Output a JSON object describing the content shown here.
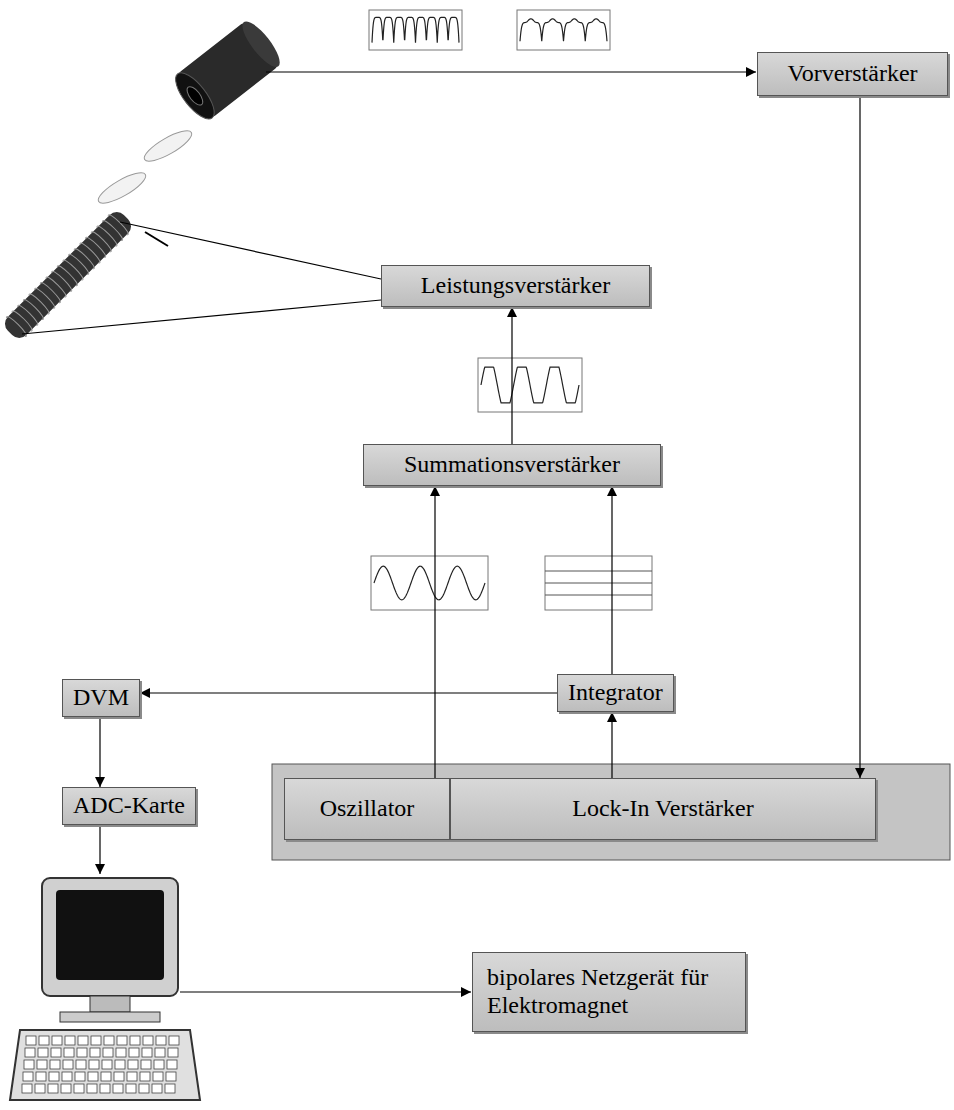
{
  "diagram": {
    "nodes": [
      {
        "text": [
          "Vorverstärker"
        ]
      },
      {
        "text": [
          "Leistungsverstärker"
        ]
      },
      {
        "text": [
          "Summationsverstärker"
        ]
      },
      {
        "text": [
          "DVM"
        ]
      },
      {
        "text": [
          "Integrator"
        ]
      },
      {
        "text": [
          "Oszillator"
        ]
      },
      {
        "text": [
          "Lock-In Verstärker"
        ]
      },
      {
        "text": [
          "ADC-Karte"
        ]
      },
      {
        "text": [
          "bipolares Netzgerät für Elektromagnet"
        ]
      }
    ],
    "edges": [
      {
        "from": 0,
        "to": 6,
        "arrow": "to"
      },
      {
        "from": 6,
        "to": 4,
        "arrow": "to"
      },
      {
        "from": 4,
        "to": 2,
        "arrow": "to"
      },
      {
        "from": 5,
        "to": 2,
        "arrow": "to"
      },
      {
        "from": 2,
        "to": 1,
        "arrow": "to"
      },
      {
        "from": 4,
        "to": 3,
        "arrow": "to"
      },
      {
        "from": 3,
        "to": 7,
        "arrow": "to"
      }
    ]
  }
}
